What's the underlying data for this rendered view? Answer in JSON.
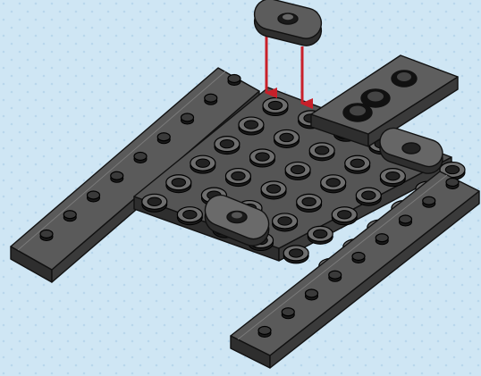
{
  "illustration": {
    "kind": "lego-build-step",
    "background_color": "#cfe6f4",
    "pattern_color": "#b9d7ec",
    "brick_dark": "#2e2e2e",
    "brick_mid": "#4a4a4a",
    "brick_top": "#5c5c5c",
    "brick_light": "#7a7a7a",
    "stud_color": "#1a1a1a",
    "arrow_color": "#c8202a",
    "arrow_count": 2,
    "parts": [
      {
        "name": "left-long-plate",
        "studs": 9
      },
      {
        "name": "right-long-plate",
        "studs": 9
      },
      {
        "name": "central-plate-6x6",
        "studs": 36
      },
      {
        "name": "top-right-plate-with-holes",
        "holes": 3
      },
      {
        "name": "oval-tile-1x2-floating"
      },
      {
        "name": "oval-tile-1x2-placed"
      },
      {
        "name": "oval-tile-1x2-right"
      }
    ]
  }
}
